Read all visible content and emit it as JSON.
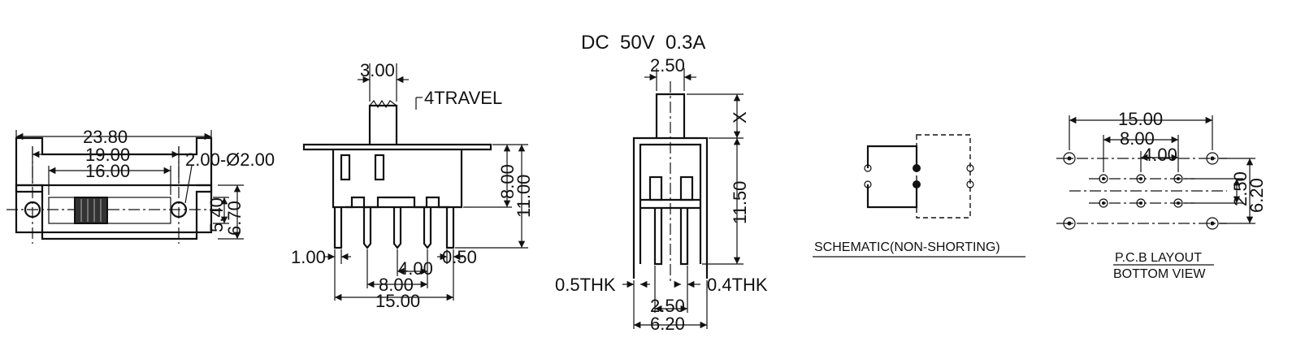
{
  "rating": "DC  50V  0.3A",
  "front_view": {
    "overall_length": "23.80",
    "mount_pitch": "19.00",
    "slot_length": "16.00",
    "hole": "2.00-Ø2.00",
    "body_height": "5.40",
    "flange_height": "6.70"
  },
  "side_view": {
    "actuator_width": "3.00",
    "travel": "4TRAVEL",
    "height_body": "8.00",
    "height_total": "11.00",
    "pin_width_outer": "1.00",
    "pin_width_inner": "0.50",
    "pin_pitch_small": "4.00",
    "pin_pitch_mid": "8.00",
    "pin_span": "15.00"
  },
  "end_view": {
    "actuator_width": "2.50",
    "actuator_height_var": "X",
    "height": "11.50",
    "thk_left": "0.5THK",
    "thk_right": "0.4THK",
    "pin_pitch": "2.50",
    "body_width": "6.20"
  },
  "schematic": {
    "caption": "SCHEMATIC(NON-SHORTING)"
  },
  "pcb": {
    "span": "15.00",
    "pitch_mid": "8.00",
    "pitch_small": "4.00",
    "row_pitch": "2.50",
    "outer_row_pitch": "6.20",
    "caption_1": "P.C.B LAYOUT",
    "caption_2": "BOTTOM VIEW"
  }
}
